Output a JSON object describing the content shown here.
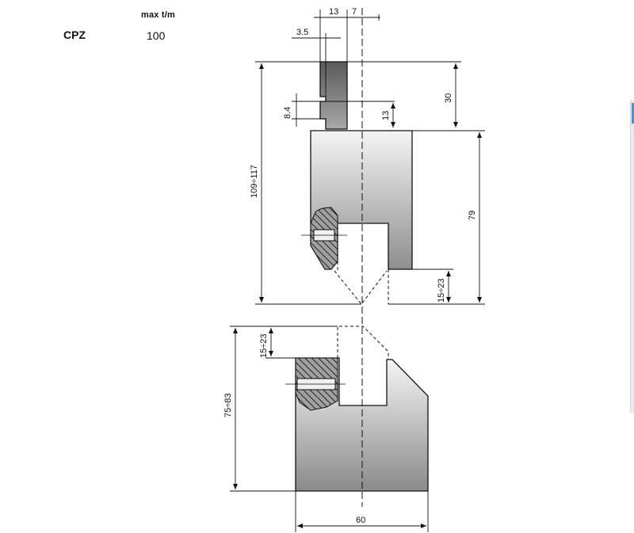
{
  "header": {
    "product_name": "CPZ",
    "unit_label": "max t/m",
    "capacity": "100"
  },
  "dimensions": {
    "top_width": "13",
    "offset": "7",
    "tang_step": "3.5",
    "groove_height": "8.4",
    "tang_inner": "13",
    "tang_height": "30",
    "upper_height": "109÷117",
    "body_height": "79",
    "upper_adjust": "15÷23",
    "lower_adjust": "15÷23",
    "lower_height": "75÷83",
    "base_width": "60"
  },
  "colors": {
    "outline": "#111111",
    "fill_light": "#f4f4f4",
    "fill_dark": "#8c8c8c",
    "background": "#ffffff"
  }
}
